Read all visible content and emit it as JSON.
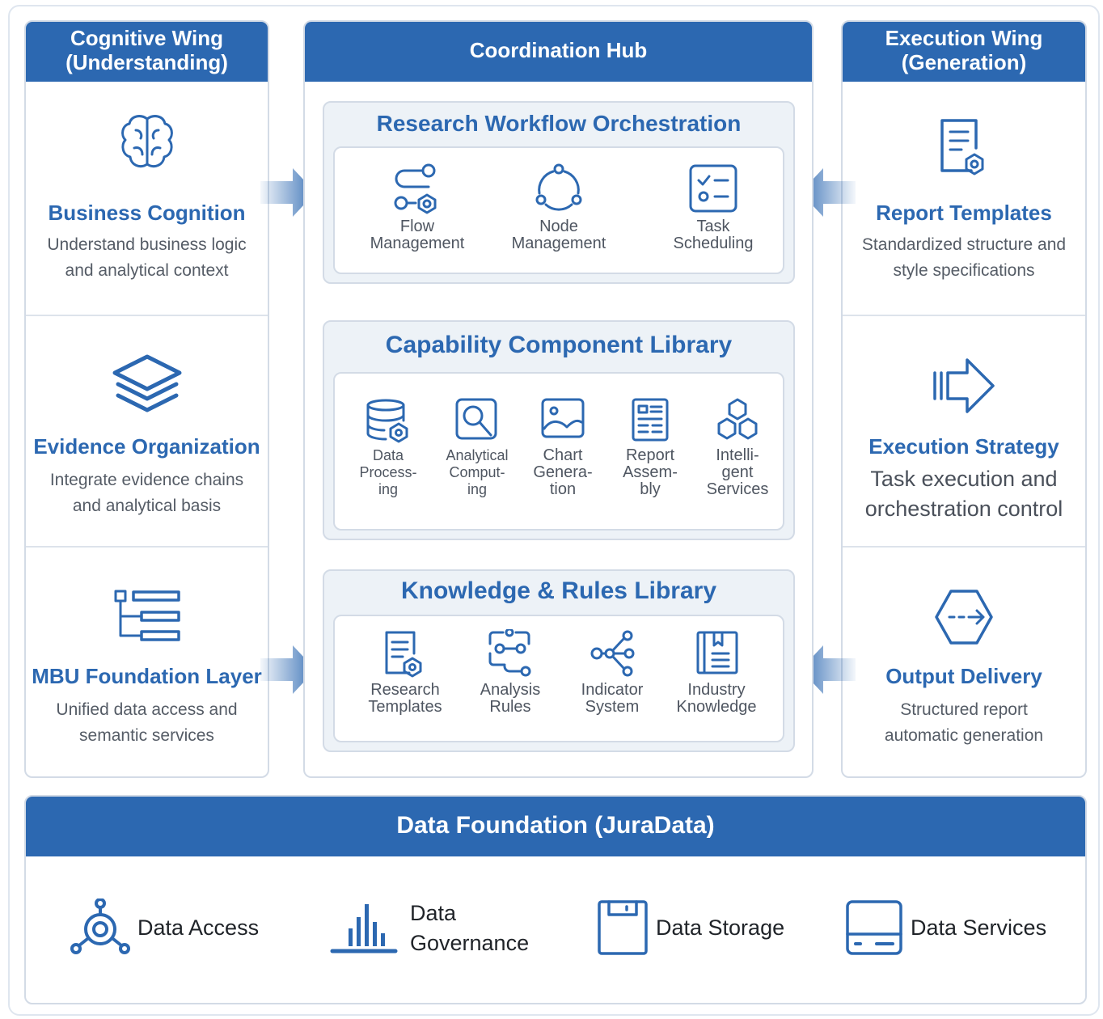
{
  "colors": {
    "brand_blue": "#2c68b1",
    "panel_border": "#d3dbe6",
    "group_bg": "#edf2f7"
  },
  "cognitive_wing": {
    "title_line1": "Cognitive Wing",
    "title_line2": "(Understanding)",
    "sections": [
      {
        "icon": "brain-icon",
        "title": "Business Cognition",
        "desc_line1": "Understand business logic",
        "desc_line2": "and analytical context"
      },
      {
        "icon": "layers-icon",
        "title": "Evidence Organization",
        "desc_line1": "Integrate evidence chains",
        "desc_line2": "and analytical basis"
      },
      {
        "icon": "hierarchy-tree-icon",
        "title": "MBU Foundation Layer",
        "desc_line1": "Unified data access and",
        "desc_line2": "semantic services"
      }
    ]
  },
  "hub": {
    "title": "Coordination Hub",
    "workflow": {
      "title": "Research Workflow Orchestration",
      "items": [
        {
          "icon": "flow-gear-icon",
          "line1": "Flow",
          "line2": "Management"
        },
        {
          "icon": "node-cycle-icon",
          "line1": "Node",
          "line2": "Management"
        },
        {
          "icon": "task-checklist-icon",
          "line1": "Task",
          "line2": "Scheduling"
        }
      ]
    },
    "capability": {
      "title": "Capability Component Library",
      "items": [
        {
          "icon": "database-gear-icon",
          "line1": "Data",
          "line2": "Process-",
          "line3": "ing"
        },
        {
          "icon": "magnifier-icon",
          "line1": "Analytical",
          "line2": "Comput-",
          "line3": "ing"
        },
        {
          "icon": "image-chart-icon",
          "line1": "Chart",
          "line2": "Genera-",
          "line3": "tion"
        },
        {
          "icon": "report-layout-icon",
          "line1": "Report",
          "line2": "Assem-",
          "line3": "bly"
        },
        {
          "icon": "hexagons-icon",
          "line1": "Intelli-",
          "line2": "gent",
          "line3": "Services"
        }
      ]
    },
    "knowledge": {
      "title": "Knowledge & Rules Library",
      "items": [
        {
          "icon": "document-gear-icon",
          "line1": "Research",
          "line2": "Templates"
        },
        {
          "icon": "rule-flow-icon",
          "line1": "Analysis",
          "line2": "Rules"
        },
        {
          "icon": "network-nodes-icon",
          "line1": "Indicator",
          "line2": "System"
        },
        {
          "icon": "book-icon",
          "line1": "Industry",
          "line2": "Knowledge"
        }
      ]
    }
  },
  "execution_wing": {
    "title_line1": "Execution Wing",
    "title_line2": "(Generation)",
    "sections": [
      {
        "icon": "report-template-icon",
        "title": "Report Templates",
        "desc_line1": "Standardized structure and",
        "desc_line2": "style specifications"
      },
      {
        "icon": "arrow-right-icon",
        "title": "Execution Strategy",
        "desc_line1": "Task execution and",
        "desc_line2": "orchestration control"
      },
      {
        "icon": "output-hexagon-icon",
        "title": "Output Delivery",
        "desc_line1": "Structured report",
        "desc_line2": "automatic generation"
      }
    ]
  },
  "foundation": {
    "title": "Data Foundation (JuraData)",
    "items": [
      {
        "icon": "data-access-icon",
        "line1": "Data Access"
      },
      {
        "icon": "bar-governance-icon",
        "line1": "Data",
        "line2": "Governance"
      },
      {
        "icon": "storage-box-icon",
        "line1": "Data Storage"
      },
      {
        "icon": "server-icon",
        "line1": "Data Services"
      }
    ]
  }
}
